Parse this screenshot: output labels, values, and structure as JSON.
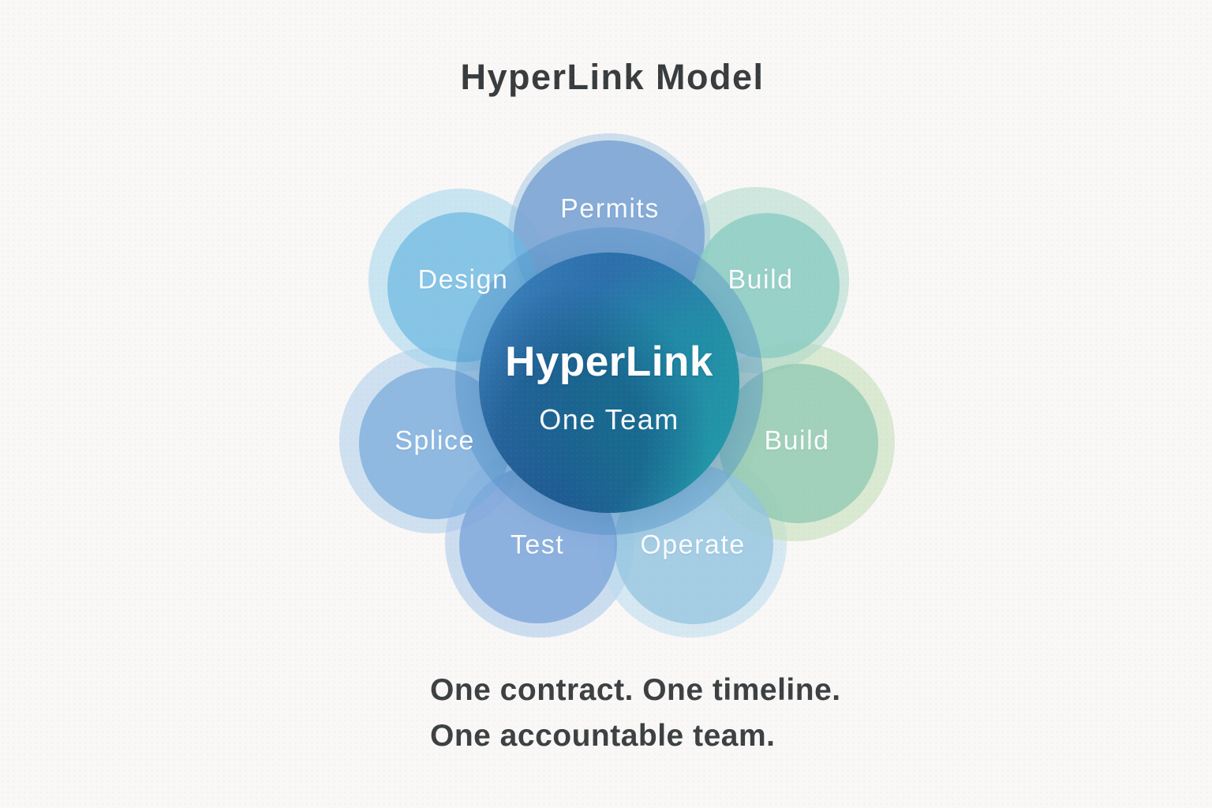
{
  "title": "HyperLink Model",
  "diagram": {
    "center": {
      "title": "HyperLink",
      "subtitle": "One Team",
      "color_main_start": "#2b6fad",
      "color_main_end": "#2d96b0"
    },
    "petals": [
      {
        "id": "permits",
        "label": "Permits",
        "main": "rgba(124,165,212,0.88)",
        "halo": "rgba(150,190,225,0.45)"
      },
      {
        "id": "design",
        "label": "Design",
        "main": "rgba(110,185,226,0.72)",
        "halo": "rgba(158,210,236,0.52)"
      },
      {
        "id": "build-top",
        "label": "Build",
        "main": "rgba(138,204,194,0.80)",
        "halo": "rgba(168,214,202,0.52)"
      },
      {
        "id": "build-right",
        "label": "Build",
        "main": "rgba(138,200,176,0.72)",
        "halo": "rgba(198,224,188,0.62)"
      },
      {
        "id": "operate",
        "label": "Operate",
        "main": "rgba(148,198,224,0.75)",
        "halo": "rgba(186,219,238,0.55)"
      },
      {
        "id": "test",
        "label": "Test",
        "main": "rgba(116,160,216,0.72)",
        "halo": "rgba(164,196,234,0.52)"
      },
      {
        "id": "splice",
        "label": "Splice",
        "main": "rgba(122,172,220,0.75)",
        "halo": "rgba(168,202,234,0.52)"
      }
    ]
  },
  "footer": {
    "line1": "One contract. One timeline.",
    "line2": "One accountable team."
  },
  "background_color": "#f9f8f7",
  "title_color": "#393c3e",
  "footer_color": "#3c4042"
}
